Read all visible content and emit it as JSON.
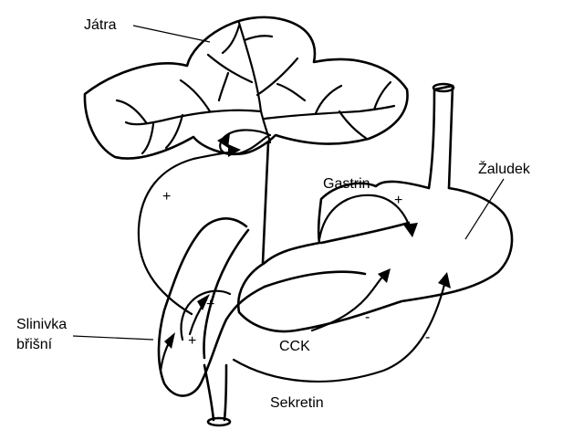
{
  "labels": {
    "liver": "Játra",
    "stomach": "Žaludek",
    "gastrin": "Gastrin",
    "pancreas_line1": "Slinivka",
    "pancreas_line2": "břišní",
    "cck": "CCK",
    "secretin": "Sekretin"
  },
  "signs": {
    "liver_plus": "+",
    "gastrin_plus": "+",
    "pancreas_plus_upper": "+",
    "pancreas_plus_lower": "+",
    "cck_minus": "-",
    "secretin_minus": "-"
  },
  "colors": {
    "ink": "#000000",
    "background": "#ffffff"
  }
}
